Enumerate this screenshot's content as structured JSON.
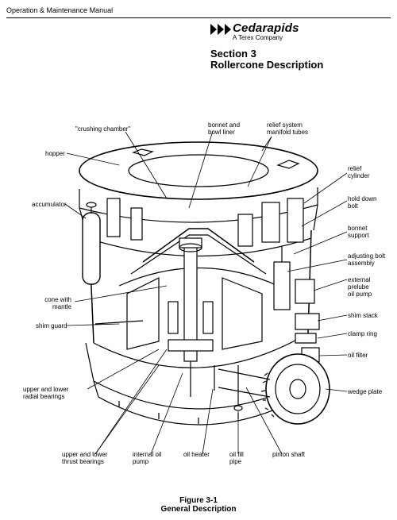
{
  "header": {
    "manual_title": "Operation & Maintenance Manual"
  },
  "logo": {
    "brand": "Cedarapids",
    "tagline": "A Terex Company"
  },
  "section": {
    "number": "Section 3",
    "title": "Rollercone Description"
  },
  "labels": {
    "crushing_chamber": "\"crushing chamber\"",
    "bonnet_bowl_1": "bonnet and",
    "bonnet_bowl_2": "bowl liner",
    "relief_manifold_1": "relief system",
    "relief_manifold_2": "manifold tubes",
    "hopper": "hopper",
    "relief_cyl_1": "relief",
    "relief_cyl_2": "cylinder",
    "accumulator": "accumulator",
    "hold_down_1": "hold down",
    "hold_down_2": "bolt",
    "bonnet_support_1": "bonnet",
    "bonnet_support_2": "support",
    "adj_bolt_1": "adjusting bolt",
    "adj_bolt_2": "assembly",
    "ext_pump_1": "external",
    "ext_pump_2": "prelube",
    "ext_pump_3": "oil pump",
    "cone_mantle_1": "cone with",
    "cone_mantle_2": "mantle",
    "shim_stack": "shim stack",
    "shim_guard": "shim guard",
    "clamp_ring": "clamp ring",
    "oil_filter": "oil filter",
    "radial_1": "upper and lower",
    "radial_2": "radial bearings",
    "wedge_plate": "wedge plate",
    "thrust_1": "upper and lower",
    "thrust_2": "thrust bearings",
    "int_pump_1": "internal oil",
    "int_pump_2": "pump",
    "oil_heater": "oil heater",
    "oil_fill_1": "oil fill",
    "oil_fill_2": "pipe",
    "pinion_shaft": "pinion shaft"
  },
  "figure": {
    "number": "Figure 3-1",
    "caption": "General Description"
  }
}
